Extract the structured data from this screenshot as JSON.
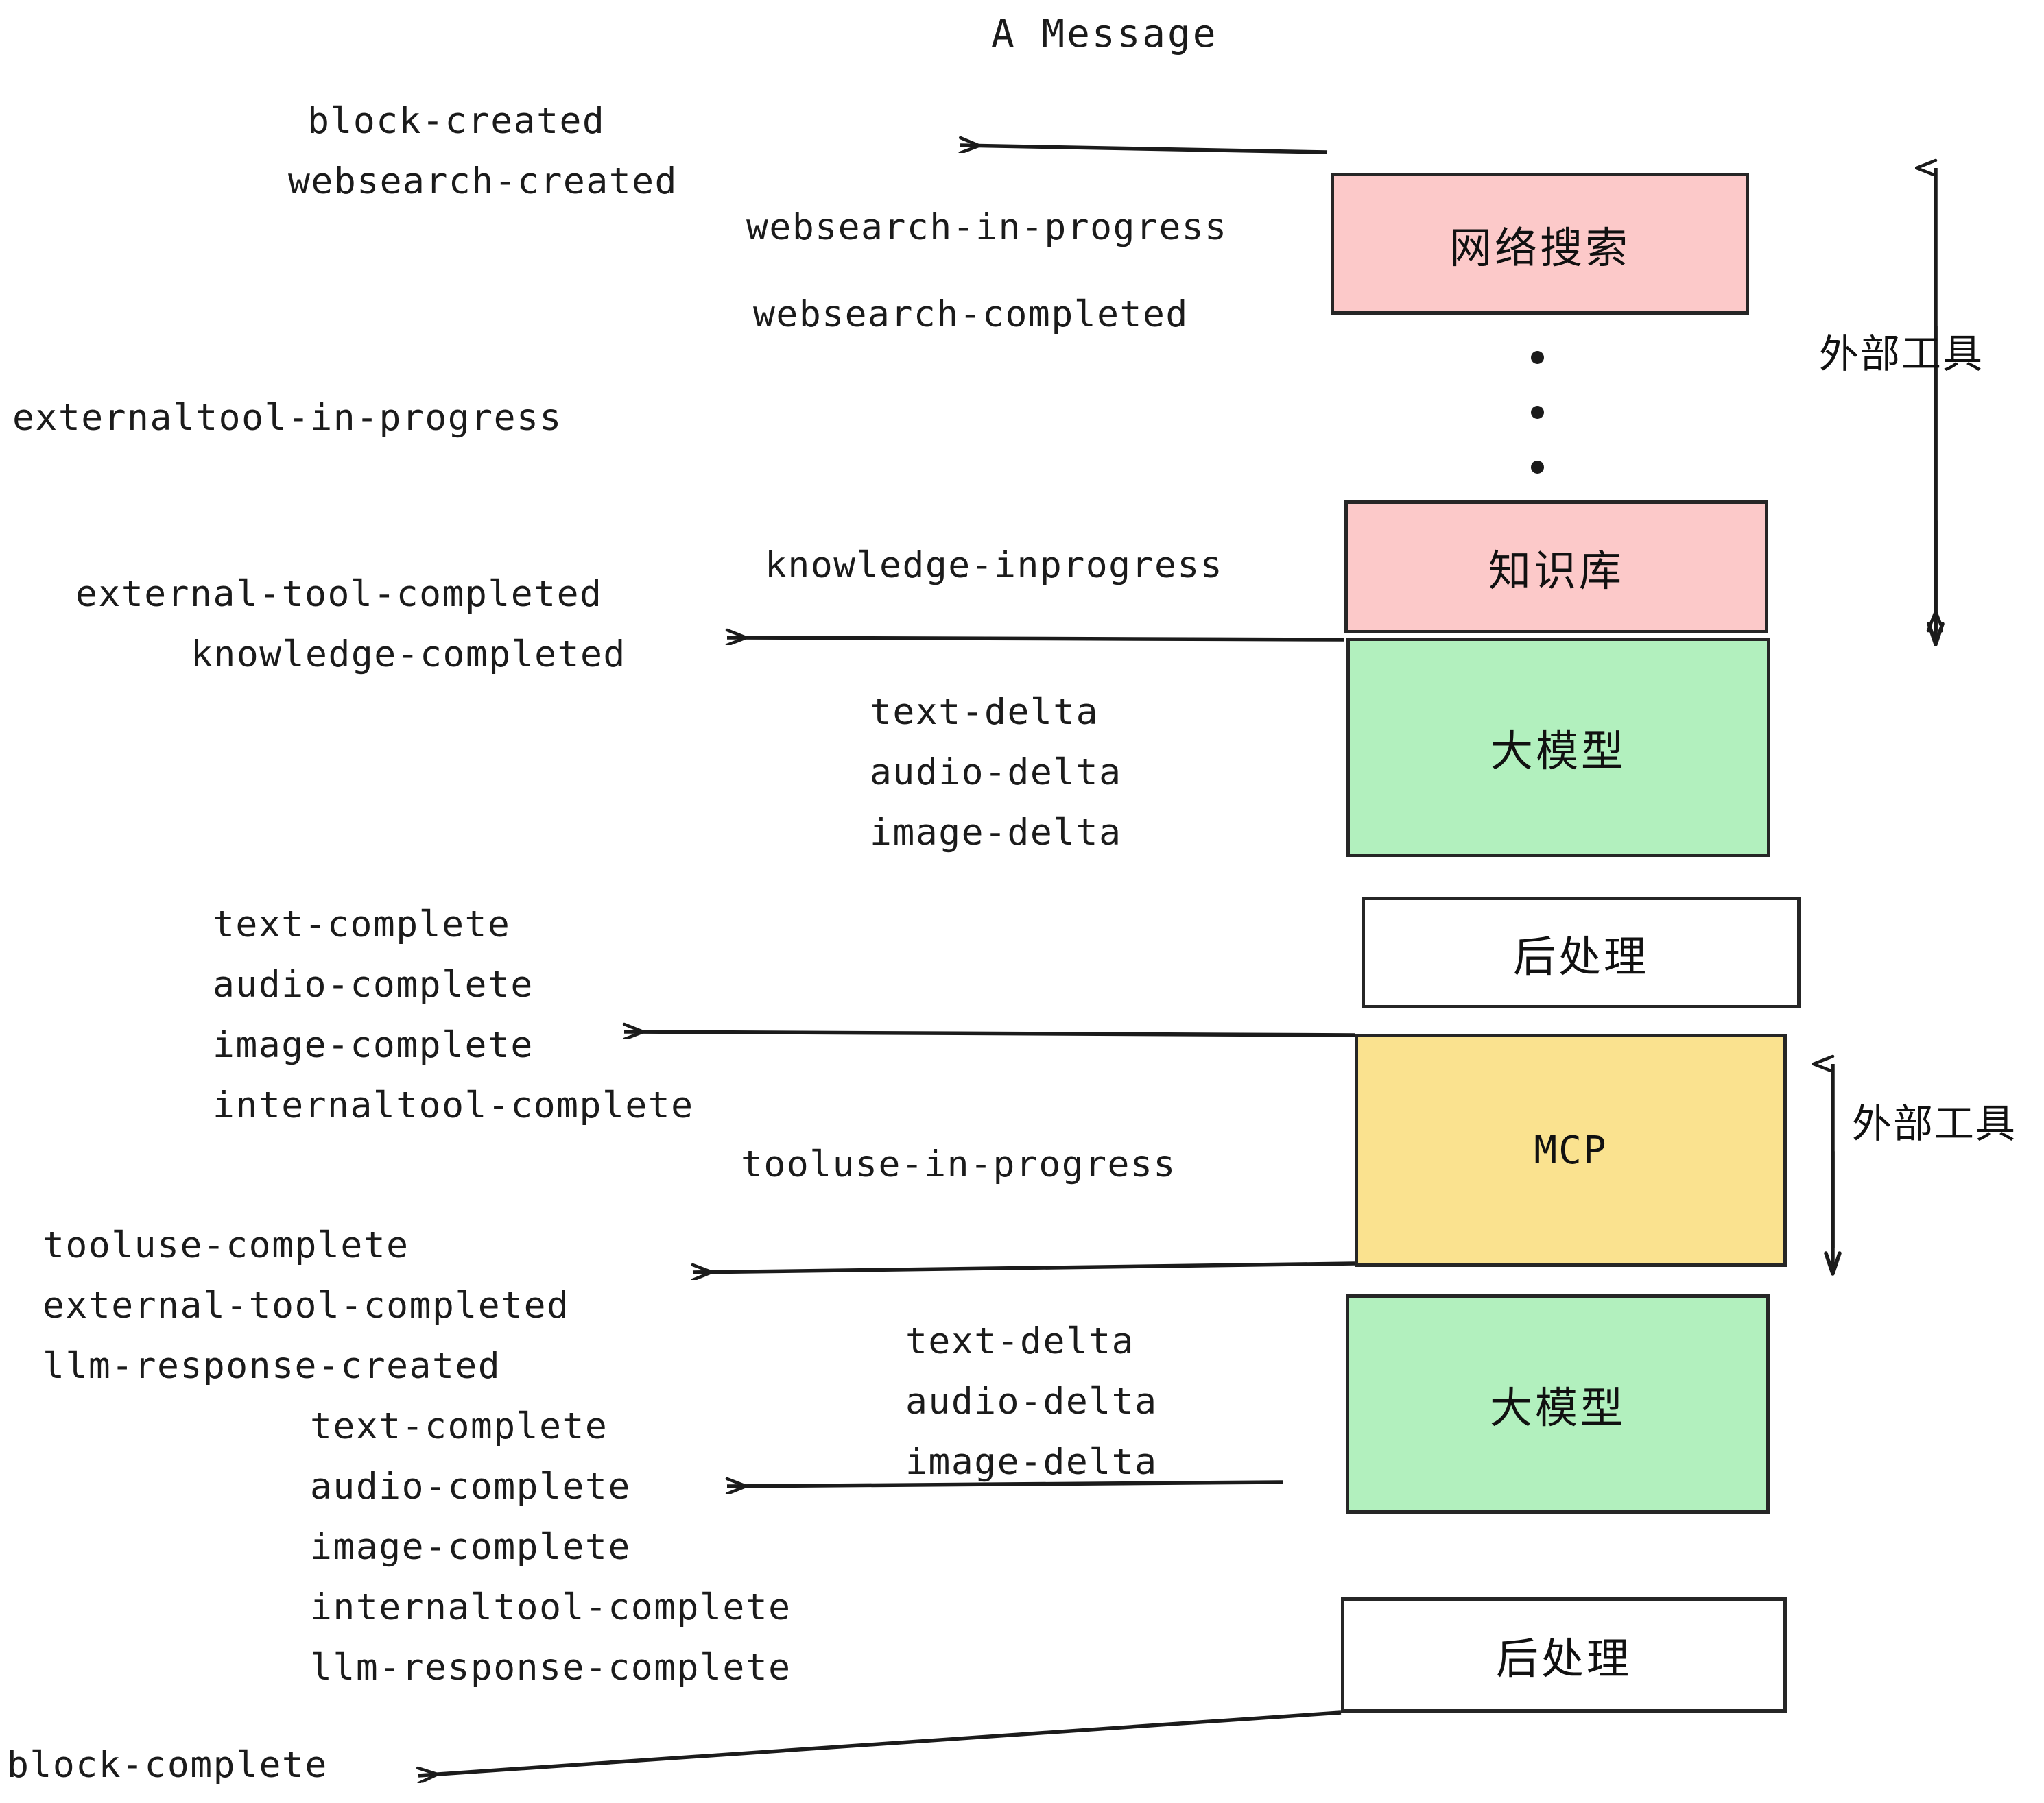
{
  "title": "A Message",
  "colors": {
    "pink": "#FCC9C9",
    "green": "#B2F0BE",
    "yellow": "#FAE28F",
    "white": "#FFFFFF",
    "stroke": "#262626",
    "text": "#1B1B1B",
    "background": "#FFFFFF"
  },
  "nodes": [
    {
      "id": "websearch",
      "label": "网络搜索",
      "fill": "pink"
    },
    {
      "id": "knowledge",
      "label": "知识库",
      "fill": "pink"
    },
    {
      "id": "llm-1",
      "label": "大模型",
      "fill": "green"
    },
    {
      "id": "postprocess-1",
      "label": "后处理",
      "fill": "white"
    },
    {
      "id": "mcp",
      "label": "MCP",
      "fill": "yellow"
    },
    {
      "id": "llm-2",
      "label": "大模型",
      "fill": "green"
    },
    {
      "id": "postprocess-2",
      "label": "后处理",
      "fill": "white"
    }
  ],
  "side_labels": [
    {
      "id": "external-tool-top",
      "text": "外部工具"
    },
    {
      "id": "external-tool-bottom",
      "text": "外部工具"
    }
  ],
  "events": [
    {
      "id": "block-created",
      "text": "block-created"
    },
    {
      "id": "websearch-created",
      "text": "websearch-created"
    },
    {
      "id": "websearch-in-progress",
      "text": "websearch-in-progress"
    },
    {
      "id": "websearch-completed",
      "text": "websearch-completed"
    },
    {
      "id": "externaltool-in-progress",
      "text": "externaltool-in-progress"
    },
    {
      "id": "knowledge-inprogress",
      "text": "knowledge-inprogress"
    },
    {
      "id": "external-tool-completed-1",
      "text": "external-tool-completed"
    },
    {
      "id": "knowledge-completed",
      "text": "knowledge-completed"
    },
    {
      "id": "text-delta-1",
      "text": "text-delta"
    },
    {
      "id": "audio-delta-1",
      "text": "audio-delta"
    },
    {
      "id": "image-delta-1",
      "text": "image-delta"
    },
    {
      "id": "text-complete-1",
      "text": "text-complete"
    },
    {
      "id": "audio-complete-1",
      "text": "audio-complete"
    },
    {
      "id": "image-complete-1",
      "text": "image-complete"
    },
    {
      "id": "internaltool-complete-1",
      "text": "internaltool-complete"
    },
    {
      "id": "tooluse-in-progress",
      "text": "tooluse-in-progress"
    },
    {
      "id": "tooluse-complete",
      "text": "tooluse-complete"
    },
    {
      "id": "external-tool-completed-2",
      "text": "external-tool-completed"
    },
    {
      "id": "llm-response-created",
      "text": "llm-response-created"
    },
    {
      "id": "text-delta-2",
      "text": "text-delta"
    },
    {
      "id": "audio-delta-2",
      "text": "audio-delta"
    },
    {
      "id": "image-delta-2",
      "text": "image-delta"
    },
    {
      "id": "text-complete-2",
      "text": "text-complete"
    },
    {
      "id": "audio-complete-2",
      "text": "audio-complete"
    },
    {
      "id": "image-complete-2",
      "text": "image-complete"
    },
    {
      "id": "internaltool-complete-2",
      "text": "internaltool-complete"
    },
    {
      "id": "llm-response-complete",
      "text": "llm-response-complete"
    },
    {
      "id": "block-complete",
      "text": "block-complete"
    }
  ]
}
